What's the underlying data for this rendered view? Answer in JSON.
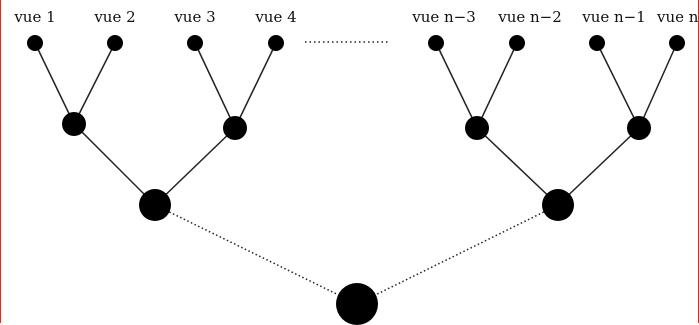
{
  "colors": {
    "node": "#000000",
    "edge": "#222222",
    "border": "#c0392b"
  },
  "leaves": [
    {
      "label": "vue 1"
    },
    {
      "label": "vue 2"
    },
    {
      "label": "vue 3"
    },
    {
      "label": "vue 4"
    },
    {
      "label": "vue n−3"
    },
    {
      "label": "vue n−2"
    },
    {
      "label": "vue n−1"
    },
    {
      "label": "vue n"
    }
  ]
}
